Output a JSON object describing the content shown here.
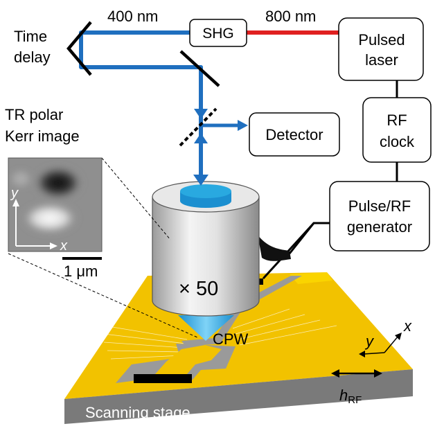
{
  "labels": {
    "time_delay_line1": "Time",
    "time_delay_line2": "delay",
    "wavelength_blue": "400 nm",
    "wavelength_red": "800 nm",
    "shg": "SHG",
    "pulsed_laser_line1": "Pulsed",
    "pulsed_laser_line2": "laser",
    "detector": "Detector",
    "rf_clock_line1": "RF",
    "rf_clock_line2": "clock",
    "pulse_rf_line1": "Pulse/RF",
    "pulse_rf_line2": "generator",
    "tr_polar_line1": "TR polar",
    "tr_polar_line2": "Kerr image",
    "inset_axis_y": "y",
    "inset_axis_x": "x",
    "scale_bar_prefix": "1 ",
    "scale_bar_unit": "μm",
    "objective": "× 50",
    "cpw": "CPW",
    "stage_axis_y": "y",
    "stage_axis_x": "x",
    "h_rf_main": "h",
    "h_rf_sub": "RF",
    "scanning_stage": "Scanning  stage"
  },
  "colors": {
    "beam_blue": "#1f6fbf",
    "beam_red": "#e02020",
    "gold": "#f2c200",
    "stage_gray": "#7a7a7a",
    "cpw_gray": "#9a9a9a",
    "lens_blue": "#29a9e0"
  }
}
